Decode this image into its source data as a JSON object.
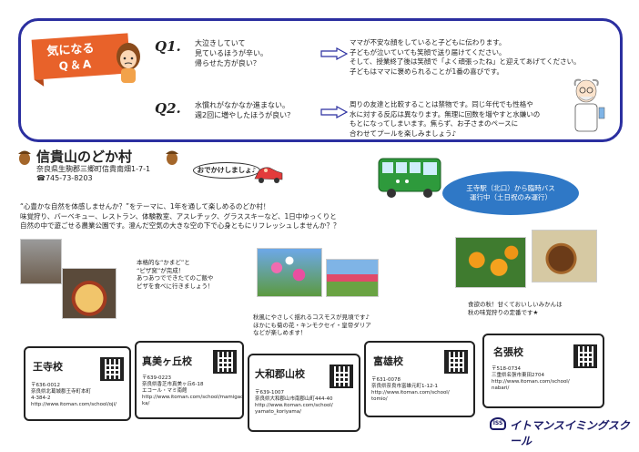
{
  "qa": {
    "banner_line1": "気になる",
    "banner_line2": "Q＆A",
    "q1_label": "Q1.",
    "q1_text": [
      "大泣きしていて",
      "見ているほうが辛い。",
      "帰らせた方が良い？"
    ],
    "a1_text": [
      "ママが不安な顔をしていると子どもに伝わります。",
      "子どもが泣いていても笑顔で送り届けてください。",
      "そして、授業終了後は笑顔で「よく頑張ったね」と迎えてあげてください。",
      "子どもはママに褒められることが1番の喜びです。"
    ],
    "q2_label": "Q2.",
    "q2_text": [
      "水慣れがなかなか進まない。",
      "週2回に増やしたほうが良い？"
    ],
    "a2_text": [
      "周りの友達と比較することは禁物です。同じ年代でも性格や",
      "水に対する反応は異なります。無理に回数を増やすと水嫌いの",
      "もとになってしまいます。焦らず、お子さまのペースに",
      "合わせてプールを楽しみましょう♪"
    ]
  },
  "park": {
    "title": "信貴山のどか村",
    "address_line1": "奈良県生駒郡三郷町信貴南畑1-7-1",
    "address_line2": "☎745-73-8203",
    "outing_bubble": "おでかけしましょ♪",
    "bus_bubble_line1": "王寺駅（北口）から臨時バス",
    "bus_bubble_line2": "運行中（土日祝のみ運行）",
    "intro_lines": [
      "“心豊かな自然を体感しませんか？”をテーマに、1年を通して楽しめるのどか村！",
      "味覚狩り、バーベキュー、レストラン、体験教室、アスレチック、グラススキーなど、1日中ゆっくりと",
      "自然の中で遊ごせる農業公園です。澄んだ空気の大きな空の下で心身ともにリフレッシュしませんか？？"
    ],
    "pizza_callout": [
      "本格的な“かまど”と",
      "“ピザ窯”が完成！",
      "あつあつでできたてのご飯や",
      "ピザを食べに行きましょう！"
    ],
    "flower_callout": [
      "秋風にやさしく揺れるコスモスが見頃です♪",
      "ほかにも菊の花・キンモクセイ・皇帝ダリア",
      "などが楽しめます！"
    ],
    "fruit_callout": [
      "食欲の秋！甘くておいしいみかんは",
      "秋の味覚狩りの定番です★"
    ]
  },
  "schools": [
    {
      "name": "王寺校",
      "zip": "〒636-0012",
      "address": [
        "奈良県北葛城郡王寺町本町",
        "4-384-2"
      ],
      "url": [
        "http://www.itoman.com/school/oji/"
      ]
    },
    {
      "name": "真美ヶ丘校",
      "zip": "〒639-0223",
      "address": [
        "奈良県香芝市真美ヶ丘6-18",
        "エコール・マミ南館"
      ],
      "url": [
        "http://www.itoman.com/school/mamigao",
        "ka/"
      ]
    },
    {
      "name": "大和郡山校",
      "zip": "〒639-1007",
      "address": [
        "奈良県大和郡山市南郡山町444-40"
      ],
      "url": [
        "http://www.itoman.com/school/",
        "yamato_koriyama/"
      ]
    },
    {
      "name": "富雄校",
      "zip": "〒631-0078",
      "address": [
        "奈良県奈良市富雄元町1-12-1"
      ],
      "url": [
        "http://www.itoman.com/school/",
        "tomio/"
      ]
    },
    {
      "name": "名張校",
      "zip": "〒518-0734",
      "address": [
        "三重県名張市東田2704"
      ],
      "url": [
        "http://www.itoman.com/school/",
        "nabari/"
      ]
    }
  ],
  "footer": {
    "brand": "イトマンスイミングスクール",
    "brand_mark": "ISS"
  },
  "colors": {
    "accent_blue": "#2b2fa0",
    "banner_orange": "#e8622a",
    "bus_green": "#2e9a3c",
    "bubble_blue": "#2f78c6"
  }
}
